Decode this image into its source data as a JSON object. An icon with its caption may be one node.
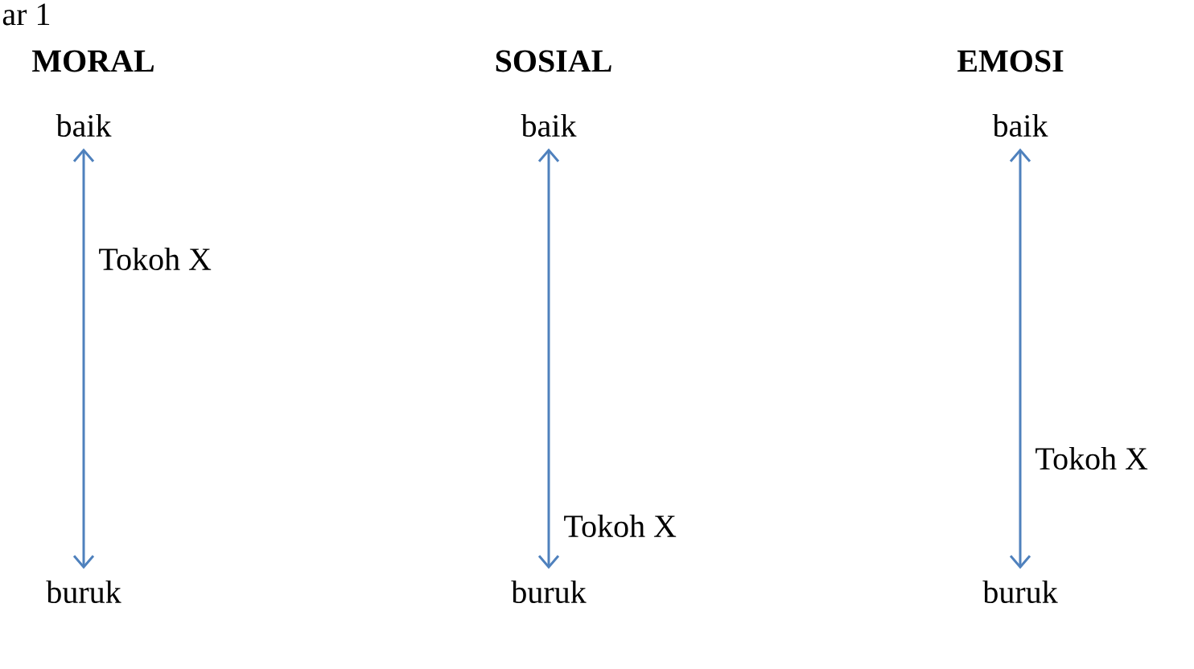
{
  "diagram": {
    "nodes": [
      {
        "text": [
          "baik"
        ]
      },
      {
        "text": [
          "buruk"
        ]
      },
      {
        "text": [
          "baik"
        ]
      },
      {
        "text": [
          "buruk"
        ]
      },
      {
        "text": [
          "baik"
        ]
      },
      {
        "text": [
          "buruk"
        ]
      }
    ],
    "edges": [
      {
        "from": 0,
        "to": 1,
        "arrow": "both",
        "label": "Tokoh X"
      },
      {
        "from": 2,
        "to": 3,
        "arrow": "both",
        "label": "Tokoh X"
      },
      {
        "from": 4,
        "to": 5,
        "arrow": "both",
        "label": "Tokoh X"
      }
    ],
    "labels": [
      "ar 1",
      "MORAL",
      "SOSIAL",
      "EMOSI"
    ]
  }
}
